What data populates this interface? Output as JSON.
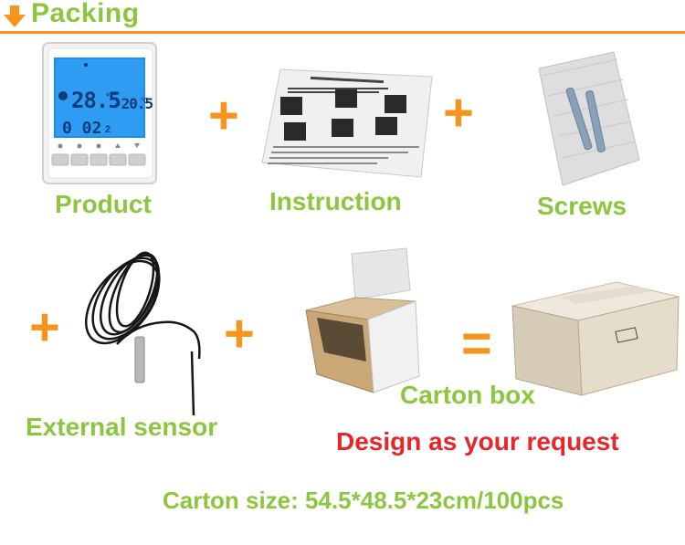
{
  "header": {
    "title": "Packing",
    "accent_color": "#f7941d",
    "title_color": "#8cc63f"
  },
  "items": {
    "product": {
      "label": "Product"
    },
    "instruction": {
      "label": "Instruction"
    },
    "screws": {
      "label": "Screws"
    },
    "sensor": {
      "label": "External sensor"
    },
    "carton": {
      "label": "Carton box"
    }
  },
  "thermostat_display": {
    "temp_main": "28.5",
    "unit_main": "°C",
    "temp_set": "-20.5",
    "unit_set": "°C",
    "time": "0 02",
    "program": "2"
  },
  "symbols": {
    "plus": "+",
    "equals": "="
  },
  "notes": {
    "design": "Design as your request",
    "carton_size": "Carton size: 54.5*48.5*23cm/100pcs"
  },
  "colors": {
    "label_green": "#8cc63f",
    "plus_orange": "#f7941d",
    "design_red": "#e8262a"
  }
}
